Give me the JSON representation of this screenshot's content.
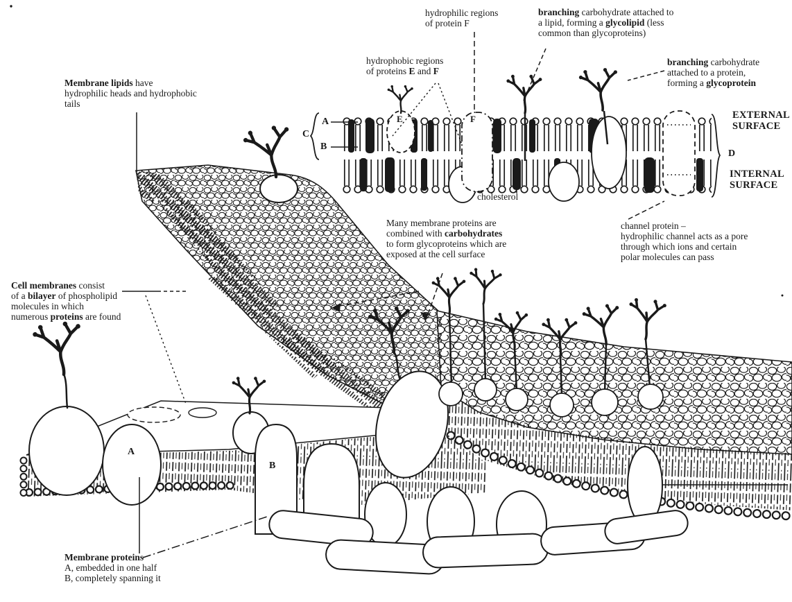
{
  "colors": {
    "ink": "#1a1a1a",
    "paper": "#ffffff"
  },
  "figure": {
    "subject": "fluid mosaic model of the cell membrane"
  },
  "letters": {
    "cross_a": "A",
    "cross_b": "B",
    "cross_c": "C",
    "cross_d": "D",
    "cross_e": "E",
    "cross_f": "F",
    "art_a": "A",
    "art_b": "B"
  },
  "labels": {
    "hydrophilic_regions": {
      "lines": [
        [
          {
            "t": "hydrophilic regions"
          }
        ],
        [
          {
            "t": "of protein F"
          }
        ]
      ]
    },
    "glycolipid": {
      "lines": [
        [
          {
            "t": "branching",
            "b": true
          },
          {
            "t": " carbohydrate attached to"
          }
        ],
        [
          {
            "t": "a lipid, forming a "
          },
          {
            "t": "glycolipid",
            "b": true
          },
          {
            "t": " (less"
          }
        ],
        [
          {
            "t": "common than glycoproteins)"
          }
        ]
      ]
    },
    "glycoprotein": {
      "lines": [
        [
          {
            "t": "branching",
            "b": true
          },
          {
            "t": " carbohydrate"
          }
        ],
        [
          {
            "t": "attached to a protein,"
          }
        ],
        [
          {
            "t": "forming a "
          },
          {
            "t": "glycoprotein",
            "b": true
          }
        ]
      ]
    },
    "hydrophobic_regions": {
      "lines": [
        [
          {
            "t": "hydrophobic regions"
          }
        ],
        [
          {
            "t": "of proteins "
          },
          {
            "t": "E",
            "b": true
          },
          {
            "t": " and "
          },
          {
            "t": "F",
            "b": true
          }
        ]
      ]
    },
    "external_surface": {
      "lines": [
        [
          {
            "t": "EXTERNAL"
          }
        ],
        [
          {
            "t": "SURFACE"
          }
        ]
      ]
    },
    "internal_surface": {
      "lines": [
        [
          {
            "t": "INTERNAL"
          }
        ],
        [
          {
            "t": "SURFACE"
          }
        ]
      ]
    },
    "cholesterol": {
      "lines": [
        [
          {
            "t": "cholesterol"
          }
        ]
      ]
    },
    "many_membrane_proteins": {
      "lines": [
        [
          {
            "t": "Many membrane proteins are"
          }
        ],
        [
          {
            "t": "combined with "
          },
          {
            "t": "carbohydrates",
            "b": true
          }
        ],
        [
          {
            "t": "to form glycoproteins which are"
          }
        ],
        [
          {
            "t": "exposed at the cell surface"
          }
        ]
      ]
    },
    "channel_protein": {
      "lines": [
        [
          {
            "t": "channel protein –"
          }
        ],
        [
          {
            "t": "hydrophilic channel acts as a pore"
          }
        ],
        [
          {
            "t": "through which ions and certain"
          }
        ],
        [
          {
            "t": "polar molecules can pass"
          }
        ]
      ]
    },
    "membrane_lipids": {
      "lines": [
        [
          {
            "t": "Membrane lipids",
            "b": true
          },
          {
            "t": " have"
          }
        ],
        [
          {
            "t": "hydrophilic heads and hydrophobic"
          }
        ],
        [
          {
            "t": "tails"
          }
        ]
      ]
    },
    "cell_membranes": {
      "lines": [
        [
          {
            "t": "Cell membranes",
            "b": true
          },
          {
            "t": " consist"
          }
        ],
        [
          {
            "t": "of a "
          },
          {
            "t": "bilayer",
            "b": true
          },
          {
            "t": " of phospholipid"
          }
        ],
        [
          {
            "t": "molecules in which"
          }
        ],
        [
          {
            "t": "numerous "
          },
          {
            "t": "proteins",
            "b": true
          },
          {
            "t": " are found"
          }
        ]
      ]
    },
    "membrane_proteins": {
      "lines": [
        [
          {
            "t": "Membrane proteins",
            "b": true
          }
        ],
        [
          {
            "t": "A, embedded in one half"
          }
        ],
        [
          {
            "t": "B, completely spanning it"
          }
        ]
      ]
    }
  }
}
